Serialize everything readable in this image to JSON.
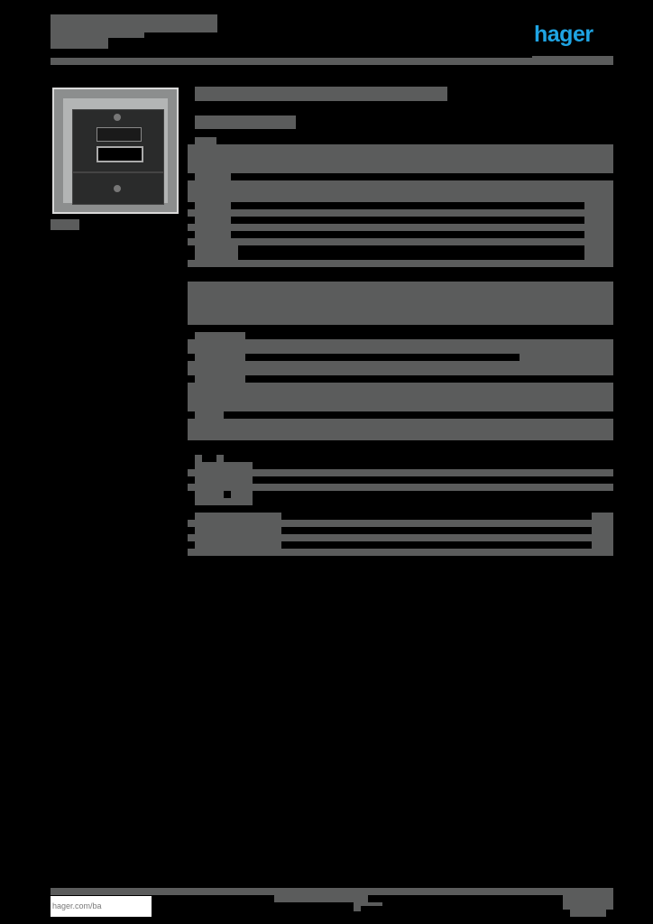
{
  "header": {
    "title_obscured": true,
    "brand_logo_text": "hager",
    "brand_color": "#1fa4e3"
  },
  "product_image": {
    "alt": "Cover plate with two module slots",
    "caption_obscured": true
  },
  "main": {
    "heading_obscured": true,
    "subheading_obscured": true,
    "spec_sections": [
      {
        "rows": 5,
        "obscured": true
      },
      {
        "rows": 4,
        "obscured": true
      },
      {
        "rows": 2,
        "obscured": true
      },
      {
        "rows": 3,
        "obscured": true
      }
    ]
  },
  "footer": {
    "link": "hager.com/ba",
    "center_obscured": true,
    "page_info_obscured": true
  },
  "colors": {
    "text_block": "#5b5c5c",
    "background": "#000000",
    "accent": "#1fa4e3"
  }
}
